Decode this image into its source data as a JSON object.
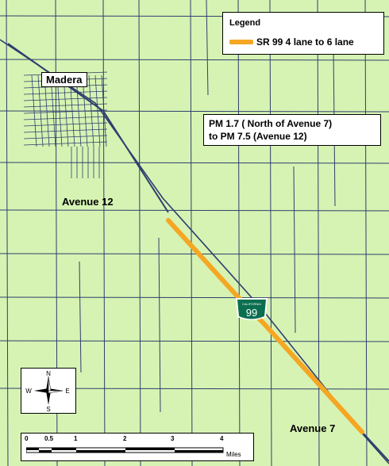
{
  "legend": {
    "title": "Legend",
    "entry_label": "SR 99 4 lane to 6 lane",
    "entry_color": "#f5a623"
  },
  "city_label": "Madera",
  "project_limits": {
    "line1": "PM 1.7 ( North of Avenue 7)",
    "line2": "to PM 7.5 (Avenue 12)"
  },
  "road_labels": {
    "north_end": "Avenue 12",
    "south_end": "Avenue 7"
  },
  "highway_shield": {
    "state_text": "CALIFORNIA",
    "route_number": "99",
    "color": "#0a6e4f"
  },
  "compass": {
    "n": "N",
    "s": "S",
    "e": "E",
    "w": "W"
  },
  "scale_bar": {
    "ticks": [
      "0",
      "0.5",
      "1",
      "2",
      "3",
      "4"
    ],
    "unit": "Miles"
  },
  "colors": {
    "land": "#d6f3b3",
    "roads": "#2e3f6e",
    "highlight": "#f5a623"
  }
}
